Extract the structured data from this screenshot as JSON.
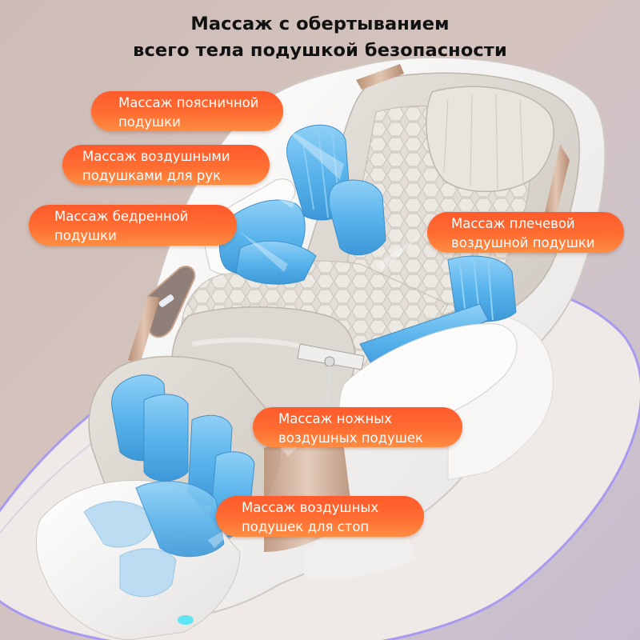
{
  "title": {
    "line1": "Массаж с обертыванием",
    "line2": "всего тела подушкой безопасности"
  },
  "labels": [
    {
      "id": "lumbar",
      "line1": "Массаж поясничной",
      "line2": "подушки"
    },
    {
      "id": "arms",
      "line1": "Массаж воздушными",
      "line2": "подушками для рук"
    },
    {
      "id": "thigh",
      "line1": "Массаж бедренной",
      "line2": "подушки"
    },
    {
      "id": "shoulder",
      "line1": "Массаж плечевой",
      "line2": "воздушной подушки"
    },
    {
      "id": "calf",
      "line1": "Массаж ножных",
      "line2": "воздушных подушек"
    },
    {
      "id": "foot",
      "line1": "Массаж воздушных",
      "line2": "подушек для стоп"
    }
  ],
  "colors": {
    "label_orange": "#ff6a30",
    "airbag_blue": "#5ab4ec",
    "shell_white": "#f4f3f1",
    "upholstery_grey": "#d9d4cd",
    "trim_gold": "#c8a48a",
    "glow_purple": "#9b8ef0"
  }
}
